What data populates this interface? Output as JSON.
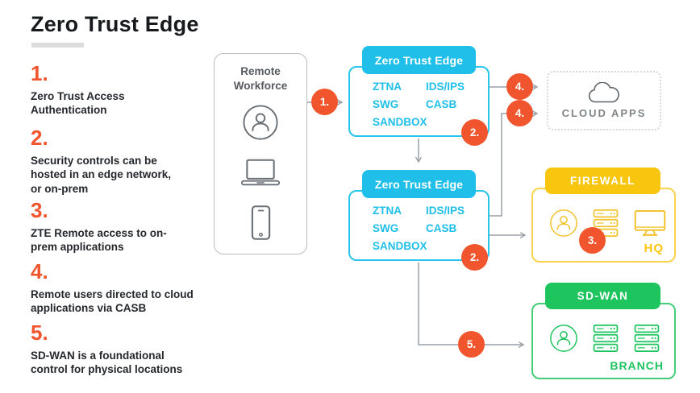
{
  "title": "Zero Trust Edge",
  "steps": [
    {
      "num": "1.",
      "text": "Zero Trust Access Authentication"
    },
    {
      "num": "2.",
      "text": "Security controls can be hosted in an edge network, or on-prem"
    },
    {
      "num": "3.",
      "text": "ZTE Remote access to on-prem applications"
    },
    {
      "num": "4.",
      "text": "Remote users directed to cloud applications via CASB"
    },
    {
      "num": "5.",
      "text": "SD-WAN is a foundational control for physical locations"
    }
  ],
  "remote_workforce": {
    "label": "Remote Workforce",
    "icons": [
      "user-icon",
      "laptop-icon",
      "smartphone-icon"
    ]
  },
  "zte_boxes": [
    {
      "header": "Zero Trust Edge",
      "services_left": [
        "ZTNA",
        "SWG",
        "SANDBOX"
      ],
      "services_right": [
        "IDS/IPS",
        "CASB"
      ],
      "badge": "2."
    },
    {
      "header": "Zero Trust Edge",
      "services_left": [
        "ZTNA",
        "SWG",
        "SANDBOX"
      ],
      "services_right": [
        "IDS/IPS",
        "CASB"
      ],
      "badge": "2."
    }
  ],
  "cloud_apps": {
    "label": "CLOUD APPS",
    "icon": "cloud-icon"
  },
  "firewall": {
    "header": "FIREWALL",
    "location": "HQ",
    "badge": "3.",
    "icons": [
      "user-icon",
      "server-icon",
      "monitor-icon"
    ]
  },
  "sd_wan": {
    "header": "SD-WAN",
    "location": "BRANCH",
    "icons": [
      "user-icon",
      "server-icon",
      "server-icon"
    ]
  },
  "flow_markers": [
    {
      "label": "1."
    },
    {
      "label": "4."
    },
    {
      "label": "4."
    },
    {
      "label": "5."
    }
  ],
  "colors": {
    "accent_orange": "#f1552d",
    "cyan": "#1fbfe9",
    "yellow": "#f8c60f",
    "green": "#1ec55f",
    "wire_gray": "#9aa0a6",
    "text_dark": "#24272b"
  }
}
